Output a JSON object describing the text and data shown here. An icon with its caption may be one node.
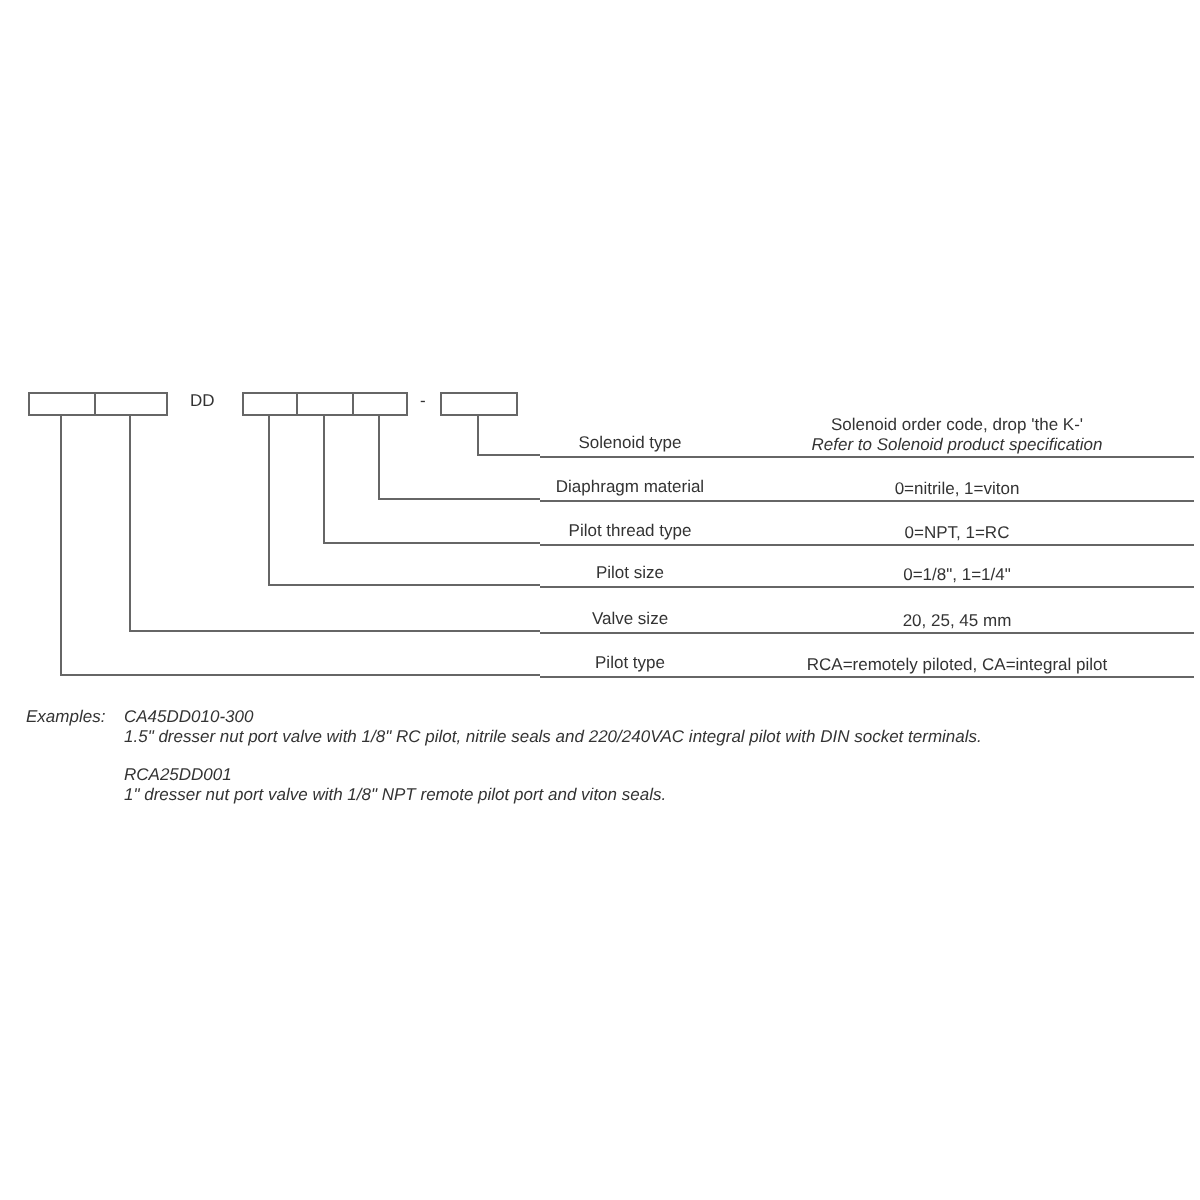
{
  "diagram": {
    "nodes": [
      {
        "text": [],
        "shape": "box"
      },
      {
        "text": [],
        "shape": "box"
      },
      {
        "text": [],
        "shape": "box"
      },
      {
        "text": [],
        "shape": "box"
      },
      {
        "text": [],
        "shape": "box"
      },
      {
        "text": [],
        "shape": "box"
      },
      {
        "text": [
          "Solenoid type",
          "Solenoid order code, drop 'the K-'",
          "Refer to Solenoid product specification"
        ]
      },
      {
        "text": [
          "Diaphragm material",
          "0=nitrile, 1=viton"
        ]
      },
      {
        "text": [
          "Pilot thread type",
          "0=NPT, 1=RC"
        ]
      },
      {
        "text": [
          "Pilot size",
          "0=1/8\", 1=1/4\""
        ]
      },
      {
        "text": [
          "Valve size",
          "20, 25, 45 mm"
        ]
      },
      {
        "text": [
          "Pilot type",
          "RCA=remotely piloted, CA=integral pilot"
        ]
      }
    ],
    "edges": [
      {
        "from": 5,
        "to": 6,
        "arrow": "none"
      },
      {
        "from": 4,
        "to": 7,
        "arrow": "none"
      },
      {
        "from": 3,
        "to": 8,
        "arrow": "none"
      },
      {
        "from": 2,
        "to": 9,
        "arrow": "none"
      },
      {
        "from": 1,
        "to": 10,
        "arrow": "none"
      },
      {
        "from": 0,
        "to": 11,
        "arrow": "none"
      }
    ],
    "labels": [
      "DD",
      "-",
      "Examples:",
      "CA45DD010-300",
      "1.5\" dresser nut port valve with 1/8\" RC pilot, nitrile seals and 220/240VAC integral pilot with DIN socket terminals.",
      "RCA25DD001",
      "1\" dresser nut port valve with 1/8\" NPT remote pilot port and viton seals."
    ]
  }
}
